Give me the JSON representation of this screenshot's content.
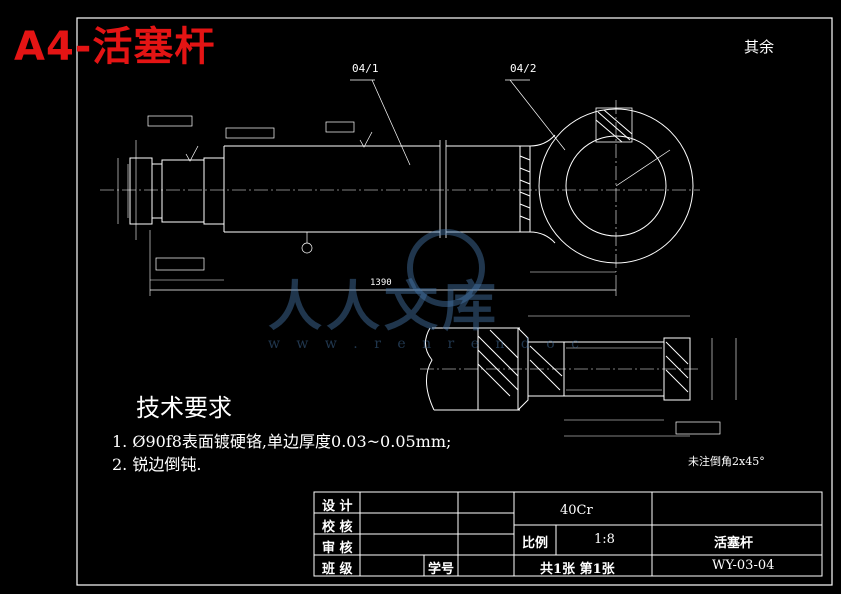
{
  "header": {
    "title": "A4-活塞杆",
    "roughness_note": "其余"
  },
  "callouts": {
    "part1": "04/1",
    "part2": "04/2",
    "length": "1390"
  },
  "requirements": {
    "title": "技术要求",
    "items": [
      "1. Ø90f8表面镀硬铬,单边厚度0.03~0.05mm;",
      "2. 锐边倒钝."
    ],
    "chamfer_note": "未注倒角2x45°"
  },
  "title_block": {
    "rows": [
      "设 计",
      "校 核",
      "审 核",
      "班 级"
    ],
    "student_no_label": "学号",
    "material": "40Cr",
    "scale_label": "比例",
    "scale_value": "1:8",
    "part_name": "活塞杆",
    "sheets": "共1张 第1张",
    "drawing_no": "WY-03-04"
  },
  "watermark": {
    "text": "人人文库",
    "url": "w w w . r e n r e n d o c"
  },
  "colors": {
    "title": "#e41414",
    "lines": "#ffffff",
    "dim": "#ffffff",
    "watermark": "#4678aa"
  }
}
